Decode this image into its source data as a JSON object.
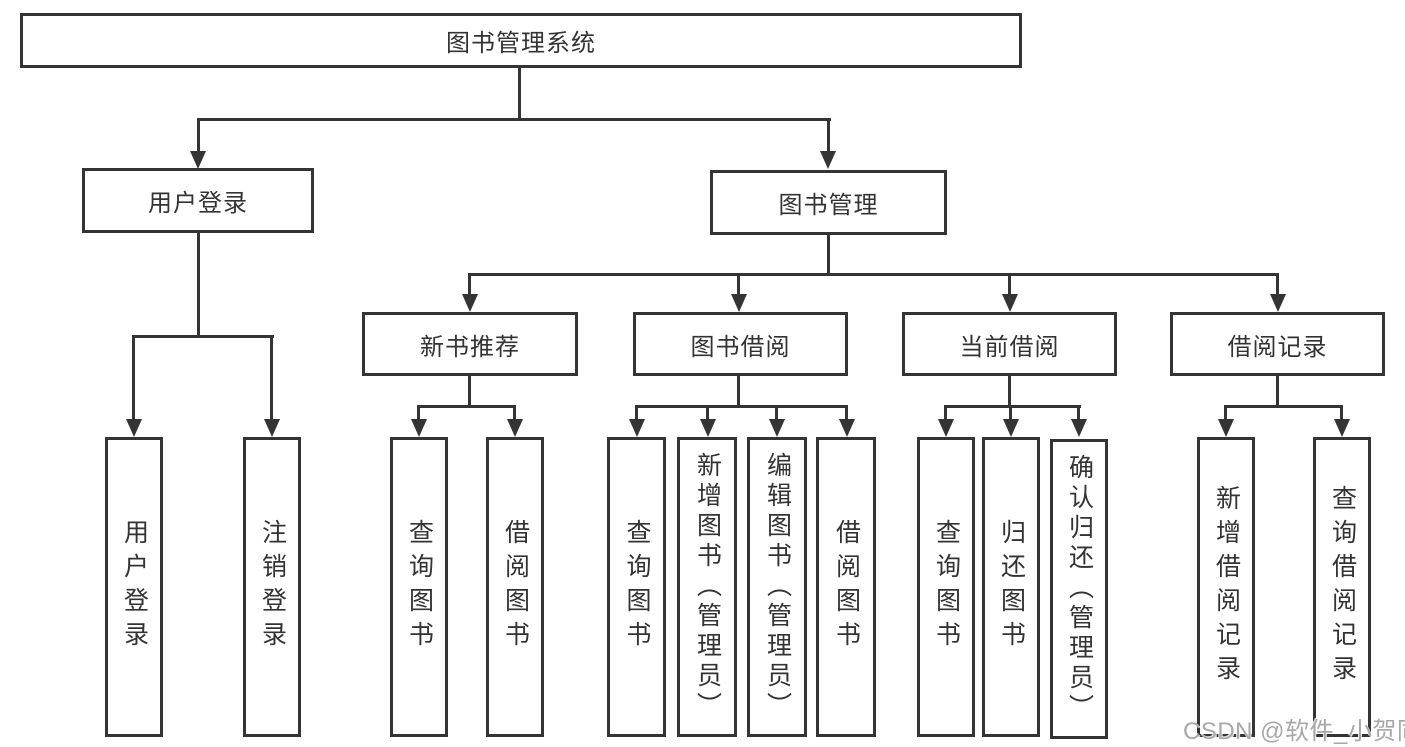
{
  "diagram": {
    "root": {
      "label": "图书管理系统"
    },
    "branches": [
      {
        "label": "用户登录",
        "children": [
          {
            "label": "用户登录"
          },
          {
            "label": "注销登录"
          }
        ]
      },
      {
        "label": "图书管理",
        "children": [
          {
            "label": "新书推荐",
            "children": [
              {
                "label": "查询图书"
              },
              {
                "label": "借阅图书"
              }
            ]
          },
          {
            "label": "图书借阅",
            "children": [
              {
                "label": "查询图书"
              },
              {
                "label": "新增图书（管理员）"
              },
              {
                "label": "编辑图书（管理员）"
              },
              {
                "label": "借阅图书"
              }
            ]
          },
          {
            "label": "当前借阅",
            "children": [
              {
                "label": "查询图书"
              },
              {
                "label": "归还图书"
              },
              {
                "label": "确认归还（管理员）"
              }
            ]
          },
          {
            "label": "借阅记录",
            "children": [
              {
                "label": "新增借阅记录"
              },
              {
                "label": "查询借阅记录"
              }
            ]
          }
        ]
      }
    ],
    "watermark": {
      "text": "CSDN @软件_小贺同学"
    },
    "colors": {
      "line": "#343434",
      "text": "#333333",
      "watermark_text": "#a8a8a8",
      "background": "#ffffff"
    }
  }
}
